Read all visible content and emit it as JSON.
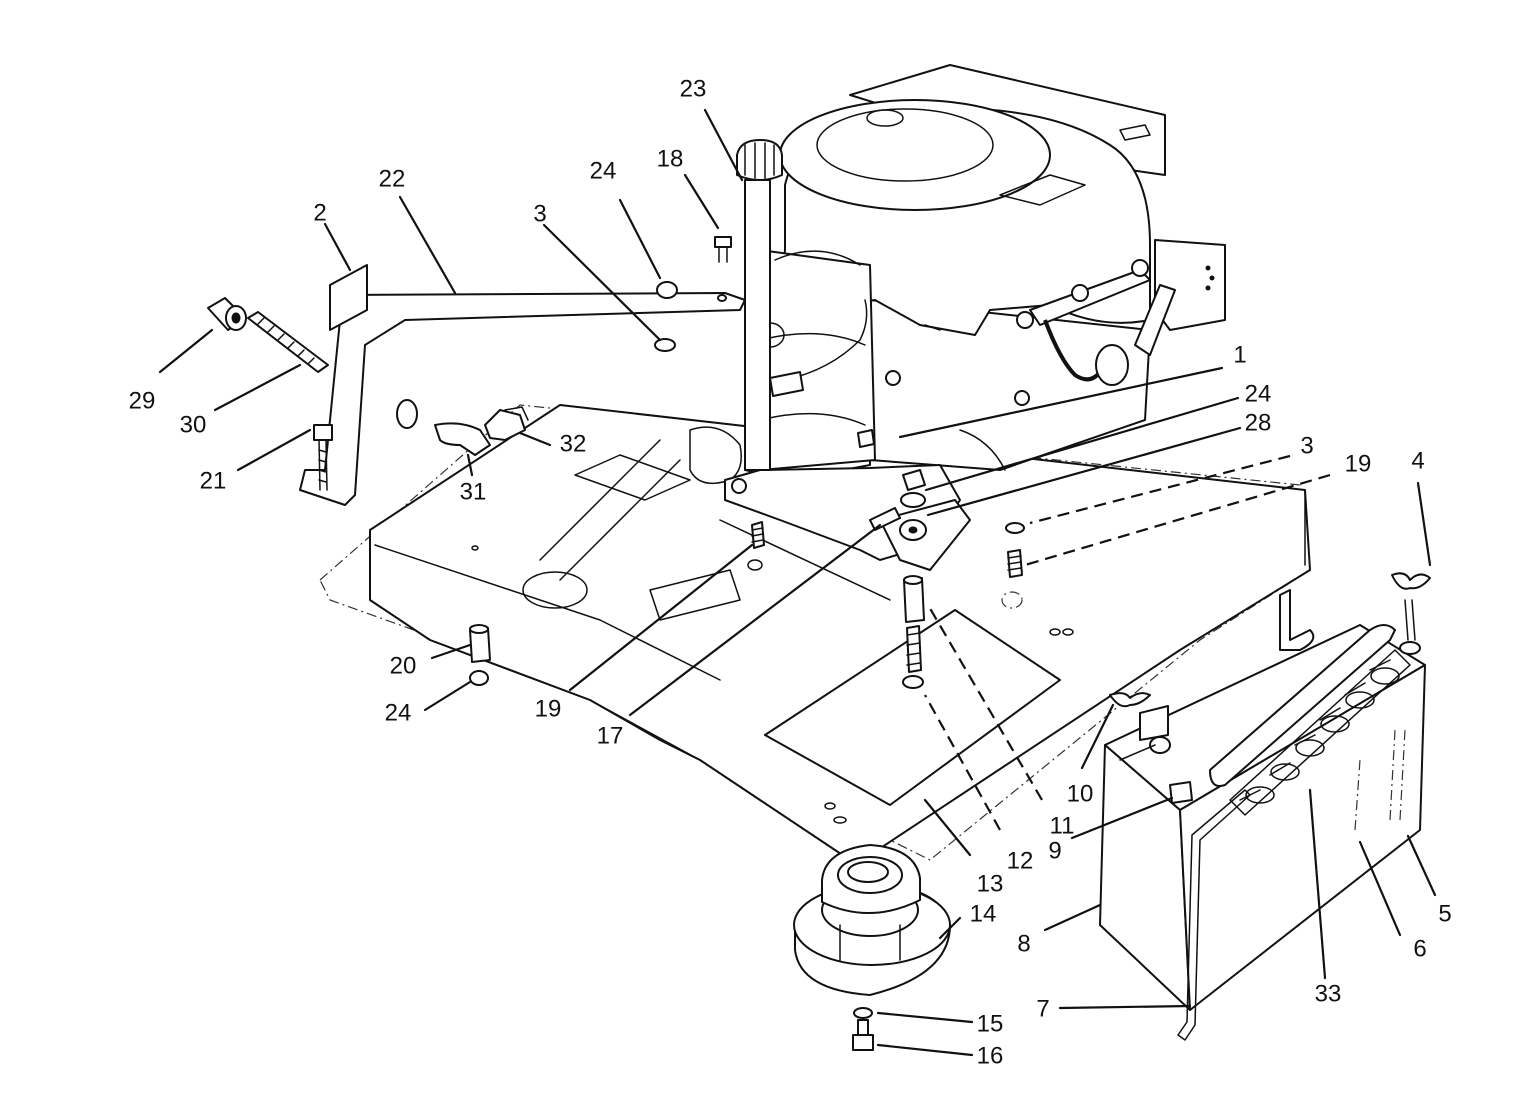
{
  "callouts": [
    {
      "id": "c1",
      "label": "1"
    },
    {
      "id": "c2",
      "label": "2"
    },
    {
      "id": "c3a",
      "label": "3"
    },
    {
      "id": "c3b",
      "label": "3"
    },
    {
      "id": "c4",
      "label": "4"
    },
    {
      "id": "c5",
      "label": "5"
    },
    {
      "id": "c6",
      "label": "6"
    },
    {
      "id": "c7",
      "label": "7"
    },
    {
      "id": "c8",
      "label": "8"
    },
    {
      "id": "c9",
      "label": "9"
    },
    {
      "id": "c10",
      "label": "10"
    },
    {
      "id": "c11",
      "label": "11"
    },
    {
      "id": "c12",
      "label": "12"
    },
    {
      "id": "c13",
      "label": "13"
    },
    {
      "id": "c14",
      "label": "14"
    },
    {
      "id": "c15",
      "label": "15"
    },
    {
      "id": "c16",
      "label": "16"
    },
    {
      "id": "c17",
      "label": "17"
    },
    {
      "id": "c18",
      "label": "18"
    },
    {
      "id": "c19a",
      "label": "19"
    },
    {
      "id": "c19b",
      "label": "19"
    },
    {
      "id": "c20",
      "label": "20"
    },
    {
      "id": "c21",
      "label": "21"
    },
    {
      "id": "c22",
      "label": "22"
    },
    {
      "id": "c23",
      "label": "23"
    },
    {
      "id": "c24a",
      "label": "24"
    },
    {
      "id": "c24b",
      "label": "24"
    },
    {
      "id": "c24c",
      "label": "24"
    },
    {
      "id": "c28",
      "label": "28"
    },
    {
      "id": "c29",
      "label": "29"
    },
    {
      "id": "c30",
      "label": "30"
    },
    {
      "id": "c31",
      "label": "31"
    },
    {
      "id": "c32",
      "label": "32"
    },
    {
      "id": "c33",
      "label": "33"
    }
  ]
}
